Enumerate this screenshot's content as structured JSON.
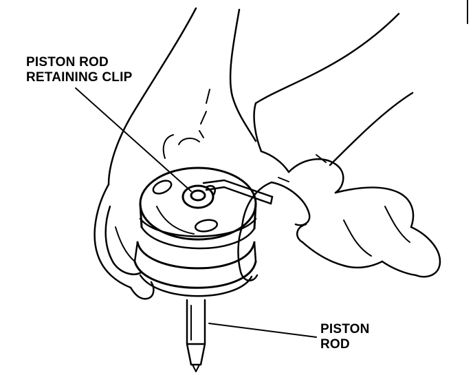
{
  "callouts": {
    "retaining_clip": {
      "line1": "PISTON ROD",
      "line2": "RETAINING CLIP"
    },
    "piston_rod": {
      "line1": "PISTON",
      "line2": "ROD"
    }
  },
  "colors": {
    "ink": "#000000",
    "paper": "#ffffff"
  }
}
